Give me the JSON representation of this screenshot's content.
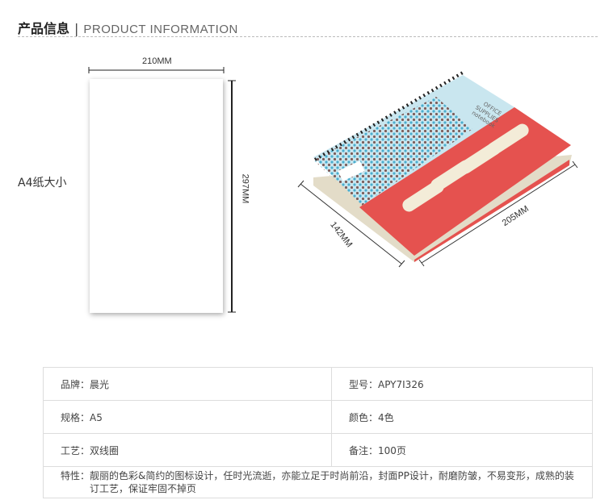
{
  "header": {
    "title_cn": "产品信息",
    "separator": "|",
    "title_en": "PRODUCT INFORMATION"
  },
  "reference": {
    "label": "A4纸大小",
    "width": "210MM",
    "height": "297MM"
  },
  "product": {
    "depth": "142MM",
    "length": "205MM",
    "cover_text": [
      "OFFICE",
      "SUPPLIES",
      "notebook"
    ]
  },
  "specs": [
    {
      "left": "品牌：晨光",
      "right": "型号：APY7I326"
    },
    {
      "left": "规格：A5",
      "right": "颜色：4色"
    },
    {
      "left": "工艺：双线圈",
      "right": "备注：100页"
    }
  ],
  "features": {
    "label": "特性：",
    "text": "靓丽的色彩&简约的图标设计，任时光流逝，亦能立足于时尚前沿，封面PP设计，耐磨防皱，不易变形，成熟的装订工艺，保证牢固不掉页"
  },
  "colors": {
    "red": "#e5524f",
    "blue": "#c9e6ef"
  }
}
